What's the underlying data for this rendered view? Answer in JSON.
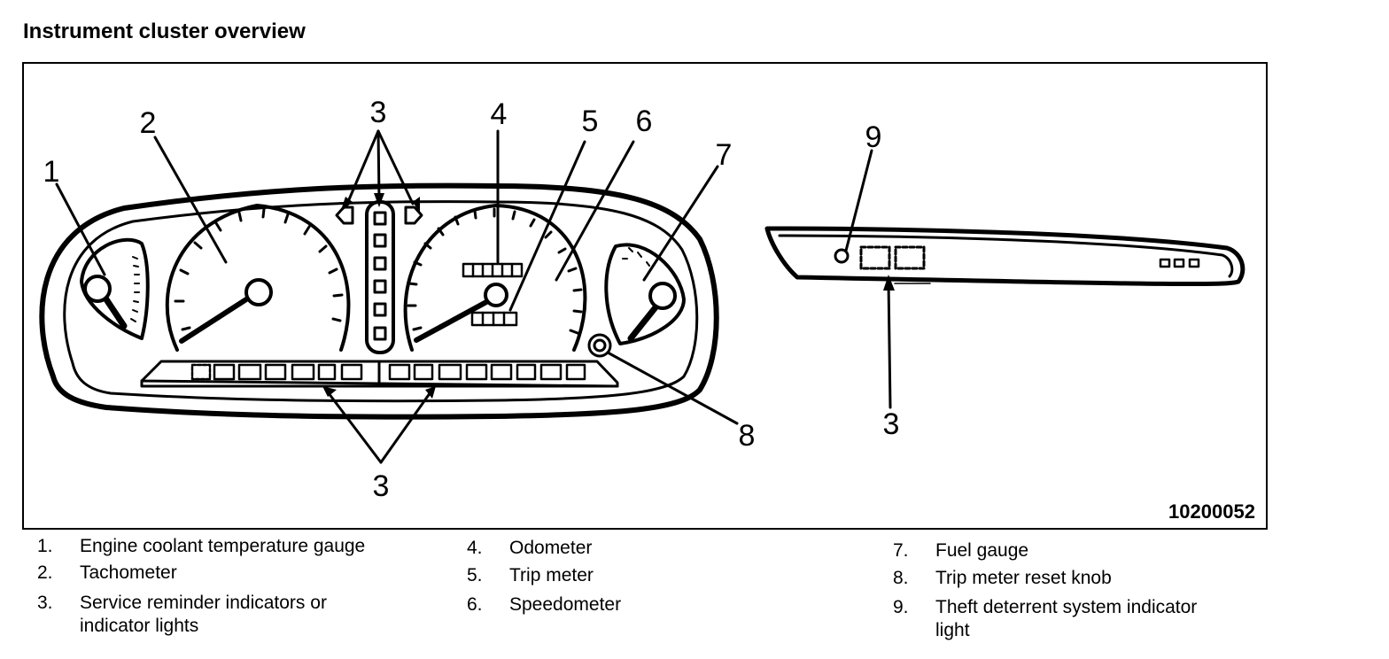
{
  "title": "Instrument cluster overview",
  "figure_id": "10200052",
  "callouts": {
    "c1": "1",
    "c2": "2",
    "c3_top": "3",
    "c4": "4",
    "c5": "5",
    "c6": "6",
    "c7": "7",
    "c8": "8",
    "c3_bottom": "3",
    "c9": "9",
    "c3_right": "3"
  },
  "legend": [
    {
      "num": "1.",
      "text": "Engine coolant temperature gauge"
    },
    {
      "num": "2.",
      "text": "Tachometer"
    },
    {
      "num": "3.",
      "text": "Service reminder indicators or",
      "text2": "indicator lights"
    },
    {
      "num": "4.",
      "text": "Odometer"
    },
    {
      "num": "5.",
      "text": "Trip meter"
    },
    {
      "num": "6.",
      "text": "Speedometer"
    },
    {
      "num": "7.",
      "text": "Fuel gauge"
    },
    {
      "num": "8.",
      "text": "Trip meter reset knob"
    },
    {
      "num": "9.",
      "text": "Theft deterrent system indicator",
      "text2": "light"
    }
  ]
}
